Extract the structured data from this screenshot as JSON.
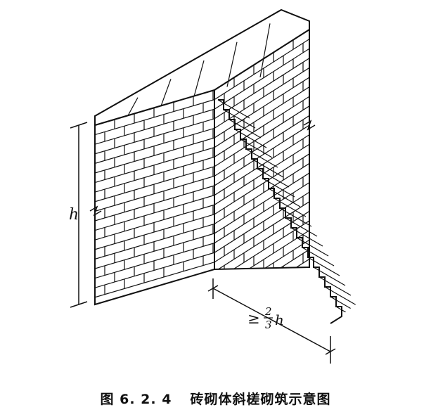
{
  "figure": {
    "number": "图 6. 2. 4",
    "title": "砖砌体斜槎砌筑示意图"
  },
  "dimensions": {
    "height_label": "h",
    "length_label_prefix": "≥",
    "fraction_numerator": "2",
    "fraction_denominator": "3",
    "length_label_var": "h"
  },
  "colors": {
    "line": "#111111",
    "background": "#ffffff"
  }
}
